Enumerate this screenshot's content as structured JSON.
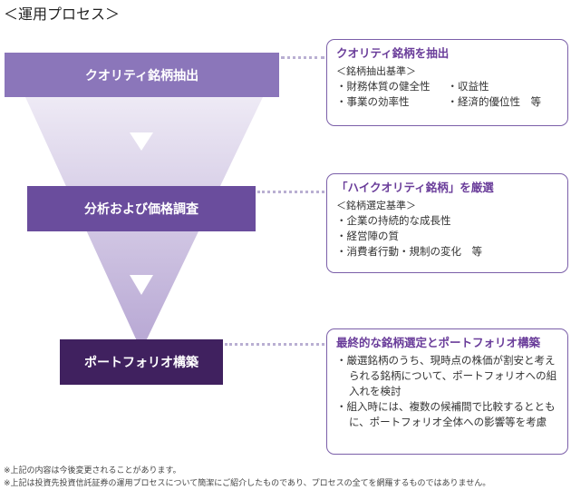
{
  "title": "＜運用プロセス＞",
  "stages": [
    {
      "label": "クオリティ銘柄抽出"
    },
    {
      "label": "分析および価格調査"
    },
    {
      "label": "ポートフォリオ構築"
    }
  ],
  "panels": [
    {
      "heading": "クオリティ銘柄を抽出",
      "criteria_label": "＜銘柄抽出基準＞",
      "items": [
        "・財務体質の健全性",
        "・収益性",
        "・事業の効率性",
        "・経済的優位性　等"
      ]
    },
    {
      "heading": "「ハイクオリティ銘柄」を厳選",
      "criteria_label": "＜銘柄選定基準＞",
      "items": [
        "・企業の持続的な成長性",
        "・経営陣の質",
        "・消費者行動・規制の変化　等"
      ]
    },
    {
      "heading": "最終的な銘柄選定とポートフォリオ構築",
      "items": [
        "・厳選銘柄のうち、現時点の株価が割安と考えられる銘柄について、ポートフォリオへの組入れを検討",
        "・組入時には、複数の候補間で比較するとともに、ポートフォリオ全体への影響等を考慮"
      ]
    }
  ],
  "notes": [
    "※上記の内容は今後変更されることがあります。",
    "※上記は投資先投資信託証券の運用プロセスについて簡潔にご紹介したものであり、プロセスの全てを網羅するものではありません。"
  ],
  "colors": {
    "stage1": "#8b76ba",
    "stage2": "#6a4d9d",
    "stage3": "#40215f",
    "accent": "#6a3d9a"
  }
}
